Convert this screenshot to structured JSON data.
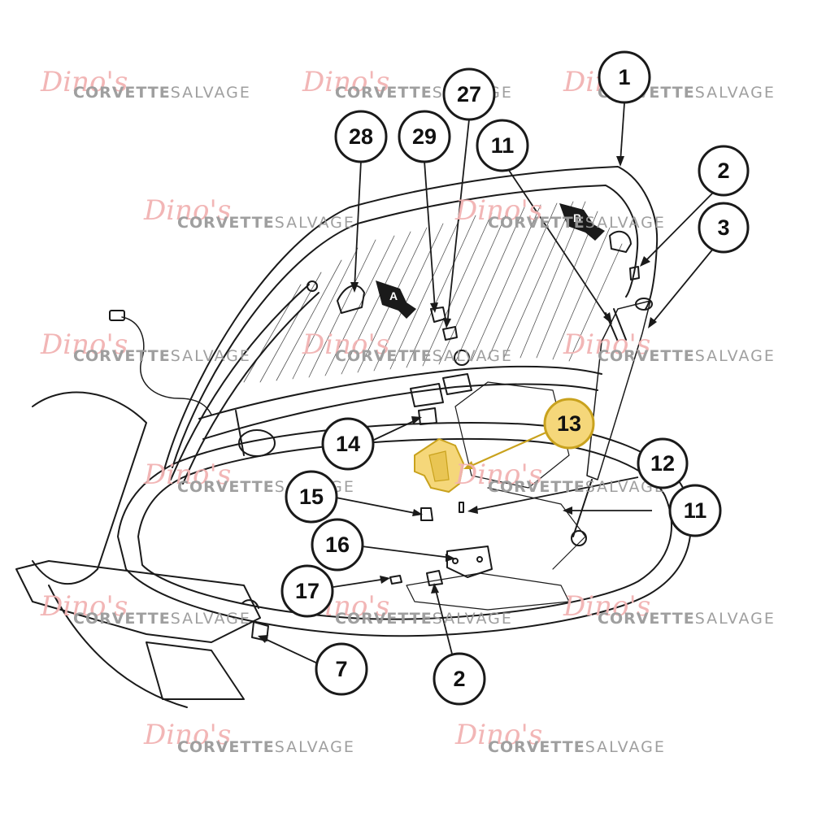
{
  "watermark": {
    "script_text": "Dino's",
    "brand_bold": "CORVETTE",
    "brand_light": "SALVAGE"
  },
  "callouts": {
    "c1": "1",
    "c2_top": "2",
    "c3": "3",
    "c27": "27",
    "c28": "28",
    "c29": "29",
    "c11_top": "11",
    "c11_right": "11",
    "c12": "12",
    "c13": "13",
    "c14": "14",
    "c15": "15",
    "c16": "16",
    "c17": "17",
    "c2_bottom": "2",
    "c7": "7"
  },
  "view_labels": {
    "a": "A",
    "b": "B"
  },
  "colors": {
    "highlight": "#f5d77a",
    "highlight_stroke": "#c9a21d",
    "ink": "#1a1a1a",
    "watermark_script": "#f2b3b3",
    "watermark_brand": "#9a9a9a"
  }
}
